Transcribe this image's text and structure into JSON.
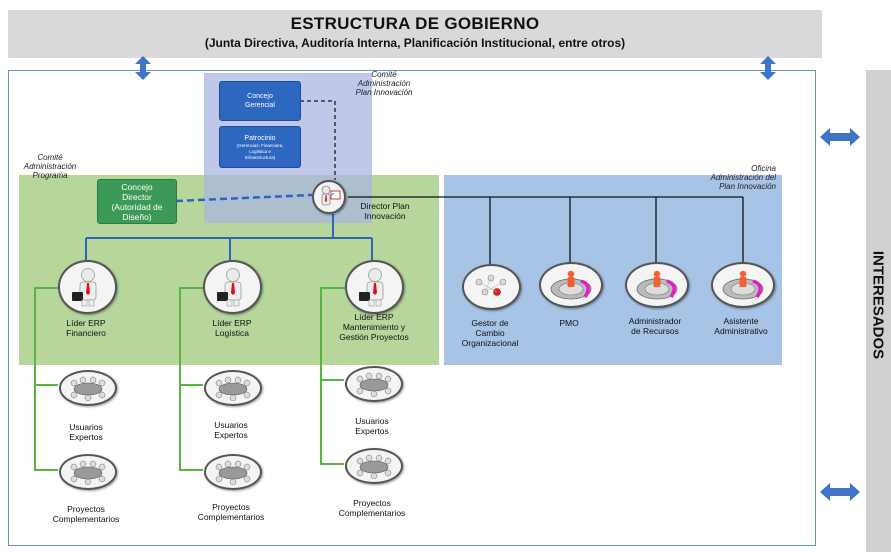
{
  "governance": {
    "title": "ESTRUCTURA DE GOBIERNO",
    "subtitle": "(Junta Directiva, Auditoría Interna, Planificación Institucional, entre otros)"
  },
  "interesados": "INTERESADOS",
  "committees": {
    "innovation_l1": "Comité",
    "innovation_l2": "Administración",
    "innovation_l3": "Plan Innovación",
    "program_l1": "Comité",
    "program_l2": "Administración",
    "program_l3": "Programa",
    "office_l1": "Oficina",
    "office_l2": "Administración del",
    "office_l3": "Plan Innovación"
  },
  "boxes": {
    "concejo_gerencial_l1": "Concejo",
    "concejo_gerencial_l2": "Gerencial",
    "patrocinio_l1": "Patrocinio",
    "patrocinio_l2": "(Gerencias: Financiera,",
    "patrocinio_l3": "Logística e",
    "patrocinio_l4": "Infraestructura)",
    "concejo_director_l1": "Concejo",
    "concejo_director_l2": "Director",
    "concejo_director_l3": "(Autoridad de",
    "concejo_director_l4": "Diseño)"
  },
  "director": {
    "l1": "Director Plan",
    "l2": "Innovación"
  },
  "leaders": [
    {
      "l1": "Líder ERP",
      "l2": "Financiero",
      "l3": ""
    },
    {
      "l1": "Líder ERP",
      "l2": "Logística",
      "l3": ""
    },
    {
      "l1": "Líder ERP",
      "l2": "Mantenimiento y",
      "l3": "Gestión Proyectos"
    }
  ],
  "office_roles": [
    {
      "l1": "Gestor de",
      "l2": "Cambio",
      "l3": "Organizacional"
    },
    {
      "l1": "PMO",
      "l2": "",
      "l3": ""
    },
    {
      "l1": "Administrador",
      "l2": "de Recursos",
      "l3": ""
    },
    {
      "l1": "Asistente",
      "l2": "Administrativo",
      "l3": ""
    }
  ],
  "sub_groups": [
    {
      "users_l1": "Usuarios",
      "users_l2": "Expertos",
      "proj_l1": "Proyectos",
      "proj_l2": "Complementarios"
    },
    {
      "users_l1": "Usuarios",
      "users_l2": "Expertos",
      "proj_l1": "Proyectos",
      "proj_l2": "Complementarios"
    },
    {
      "users_l1": "Usuarios",
      "users_l2": "Expertos",
      "proj_l1": "Proyectos",
      "proj_l2": "Complementarios"
    }
  ],
  "colors": {
    "line_blue": "#2e63c4",
    "line_green": "#5db245",
    "arrow_blue": "#3f74c9",
    "box_blue": "#2e67c0",
    "box_green": "#3c9a58",
    "green_panel": "#a9cf8a",
    "blue_panel": "#a7c3e5"
  },
  "icons": {
    "leader": "businessman-icon",
    "director": "presenter-icon",
    "team": "meeting-table-icon",
    "pmo": "target-person-icon",
    "change": "people-network-icon"
  }
}
